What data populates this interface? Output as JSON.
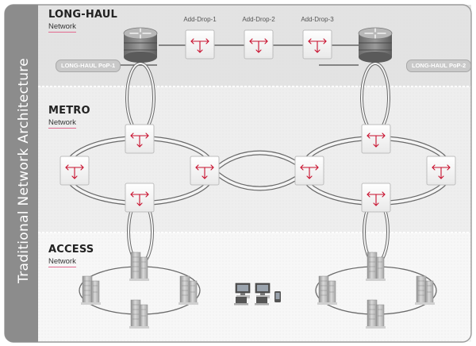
{
  "side_title": "Traditional Network Architecture",
  "sections": {
    "longhaul": {
      "title": "LONG-HAUL",
      "subtitle": "Network"
    },
    "metro": {
      "title": "METRO",
      "subtitle": "Network"
    },
    "access": {
      "title": "ACCESS",
      "subtitle": "Network"
    }
  },
  "pops": [
    "LONG-HAUL PoP-1",
    "LONG-HAUL PoP-2"
  ],
  "add_drops": [
    "Add-Drop-1",
    "Add-Drop-2",
    "Add-Drop-3"
  ],
  "colors": {
    "sidebar": "#8c8c8c",
    "longhaul_band": "#e3e3e3",
    "metro_band": "#eeeeee",
    "access_band": "#f7f7f7",
    "accent": "#c8102e",
    "underline": "#e36a8f"
  },
  "icons": [
    "router-icon",
    "add-drop-multiplexer-icon",
    "server-building-icon",
    "desktop-computer-icon",
    "laptop-icon",
    "phone-icon"
  ]
}
